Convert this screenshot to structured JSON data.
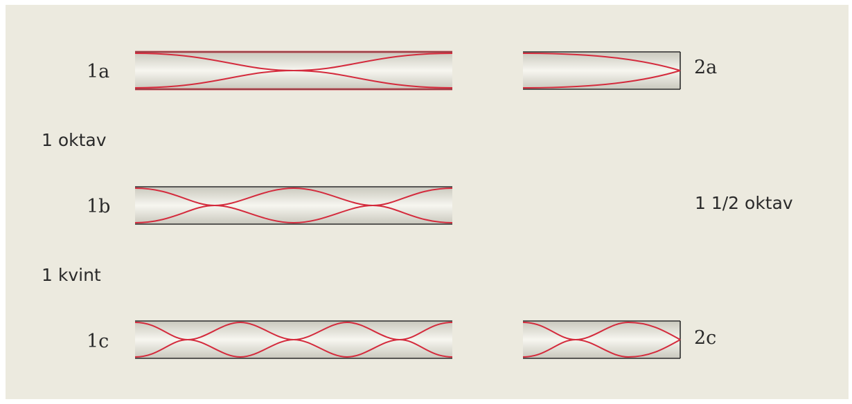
{
  "labels": {
    "pipe_1a": "1a",
    "pipe_1b": "1b",
    "pipe_1c": "1c",
    "pipe_2a": "2a",
    "pipe_2c": "2c"
  },
  "intervals": {
    "between_1a_1b": "1 oktav",
    "between_1b_1c": "1 kvint",
    "right_side": "1 1/2 oktav"
  },
  "colors": {
    "background": "#eceadf",
    "wave": "#d42a3c",
    "pipe_edge": "#2b2b2b"
  }
}
